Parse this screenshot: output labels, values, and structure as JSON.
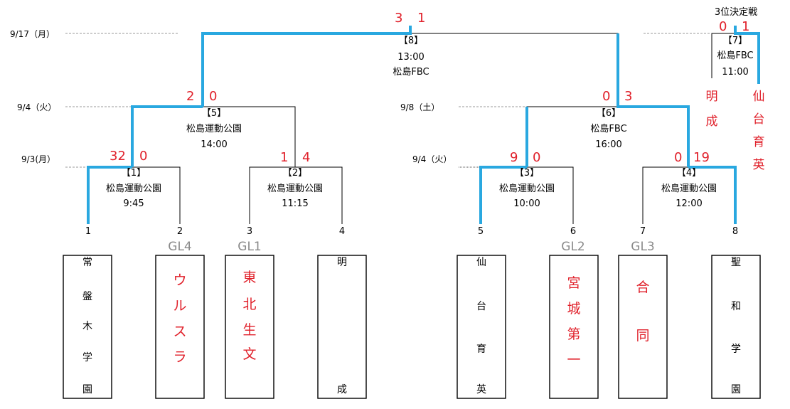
{
  "dates": {
    "d0917": "9/17（月）",
    "d0904a": "9/4（火）",
    "d0903": "9/3(月）",
    "d0908": "9/8（土）",
    "d0904b": "9/4（火）"
  },
  "third_place_label": "3位決定戦",
  "matches": {
    "m1": {
      "no": "【1】",
      "venue": "松島運動公園",
      "time": "9:45",
      "score_a": "32",
      "score_b": "0"
    },
    "m2": {
      "no": "【2】",
      "venue": "松島運動公園",
      "time": "11:15",
      "score_a": "1",
      "score_b": "4"
    },
    "m3": {
      "no": "【3】",
      "venue": "松島運動公園",
      "time": "10:00",
      "score_a": "9",
      "score_b": "0"
    },
    "m4": {
      "no": "【4】",
      "venue": "松島運動公園",
      "time": "12:00",
      "score_a": "0",
      "score_b": "19"
    },
    "m5": {
      "no": "【5】",
      "venue": "松島運動公園",
      "time": "14:00",
      "score_a": "2",
      "score_b": "0"
    },
    "m6": {
      "no": "【6】",
      "venue": "松島FBC",
      "time": "16:00",
      "score_a": "0",
      "score_b": "3"
    },
    "m7": {
      "no": "【7】",
      "venue": "松島FBC",
      "time": "11:00",
      "score_a": "0",
      "score_b": "1"
    },
    "m8": {
      "no": "【8】",
      "venue": "松島FBC",
      "time": "13:00",
      "score_a": "3",
      "score_b": "1"
    }
  },
  "slots": [
    {
      "num": "1",
      "gl": "",
      "team_chars": [
        "常",
        "盤",
        "木",
        "学",
        "園"
      ],
      "red": false
    },
    {
      "num": "2",
      "gl": "GL4",
      "team_chars": [
        "ウ",
        "ル",
        "ス",
        "ラ"
      ],
      "red": true
    },
    {
      "num": "3",
      "gl": "GL1",
      "team_chars": [
        "東",
        "北",
        "生",
        "文"
      ],
      "red": true
    },
    {
      "num": "4",
      "gl": "",
      "team_chars": [
        "明",
        "成"
      ],
      "red": false
    },
    {
      "num": "5",
      "gl": "",
      "team_chars": [
        "仙",
        "台",
        "育",
        "英"
      ],
      "red": false
    },
    {
      "num": "6",
      "gl": "GL2",
      "team_chars": [
        "宮",
        "城",
        "第",
        "一"
      ],
      "red": true
    },
    {
      "num": "7",
      "gl": "GL3",
      "team_chars": [
        "合",
        "同"
      ],
      "red": true
    },
    {
      "num": "8",
      "gl": "",
      "team_chars": [
        "聖",
        "和",
        "学",
        "園"
      ],
      "red": false
    }
  ],
  "third_place_teams": {
    "left": [
      "明",
      "成"
    ],
    "right": [
      "仙",
      "台",
      "育",
      "英"
    ]
  },
  "colors": {
    "winner_line": "#29a8e0",
    "score": "#e0202a",
    "gl": "#8a8a8a"
  }
}
